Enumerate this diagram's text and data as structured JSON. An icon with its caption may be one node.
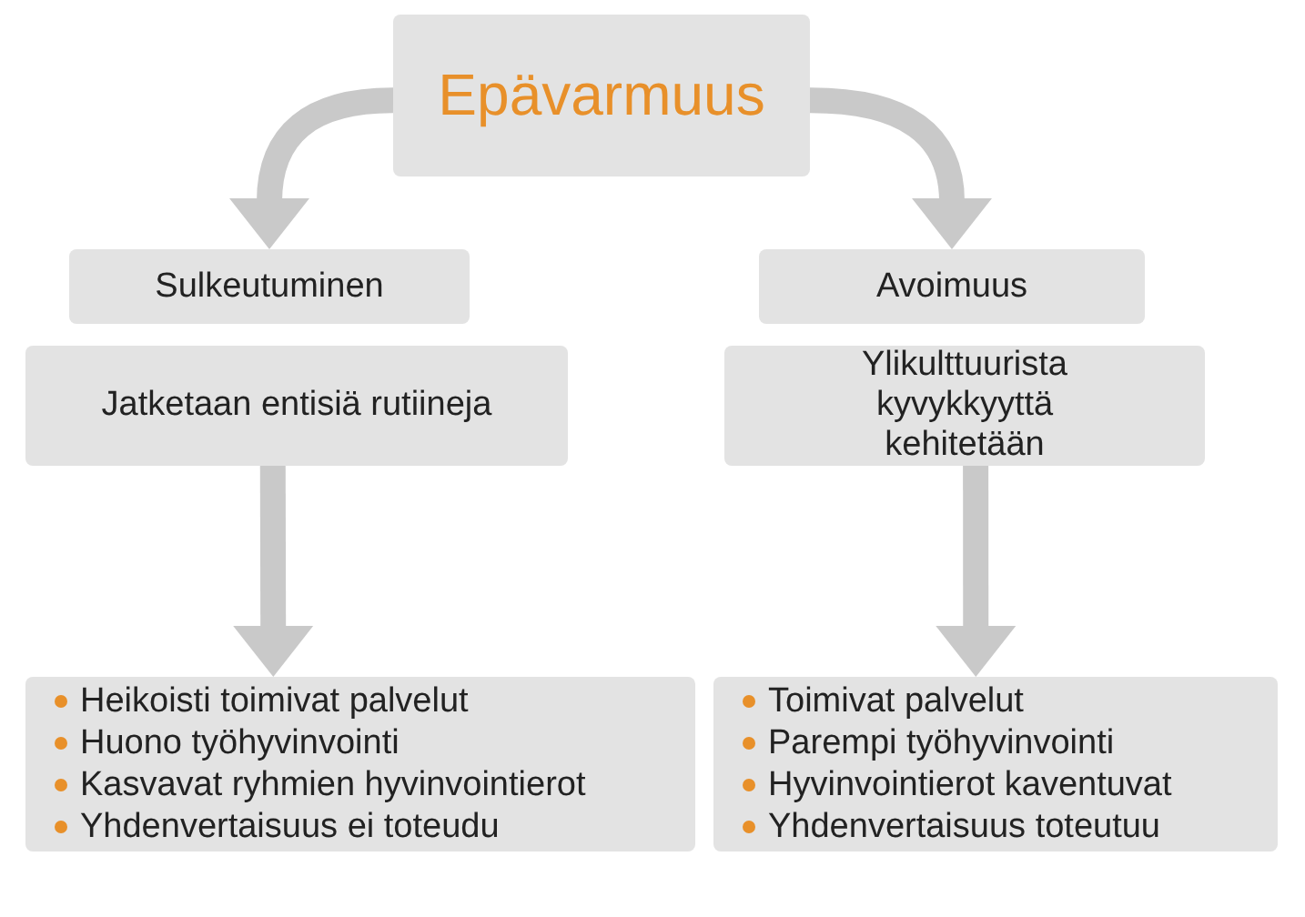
{
  "diagram": {
    "nodes": [
      {
        "text": [
          "Epävarmuus"
        ]
      },
      {
        "text": [
          "Sulkeutuminen"
        ]
      },
      {
        "text": [
          "Jatketaan entisiä rutiineja"
        ]
      },
      {
        "text": [
          "Avoimuus"
        ]
      },
      {
        "text": [
          "Ylikulttuurista kyvykkyyttä kehitetään"
        ]
      },
      {
        "text": [
          "Heikoisti toimivat palvelut",
          "Huono työhyvinvointi",
          "Kasvavat ryhmien hyvinvointierot",
          "Yhdenvertaisuus ei toteudu"
        ]
      },
      {
        "text": [
          "Toimivat palvelut",
          "Parempi työhyvinvointi",
          "Hyvinvointierot kaventuvat",
          "Yhdenvertaisuus toteutuu"
        ]
      }
    ],
    "edges": [
      {
        "from": 0,
        "to": 1,
        "arrow": "to"
      },
      {
        "from": 0,
        "to": 3,
        "arrow": "to"
      },
      {
        "from": 2,
        "to": 5,
        "arrow": "to"
      },
      {
        "from": 4,
        "to": 6,
        "arrow": "to"
      }
    ]
  }
}
